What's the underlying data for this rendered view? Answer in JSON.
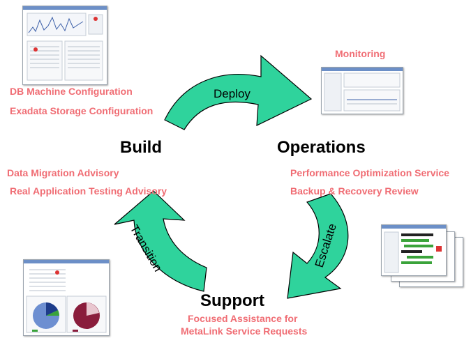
{
  "phases": {
    "build": "Build",
    "operations": "Operations",
    "support": "Support"
  },
  "arrows": {
    "deploy": "Deploy",
    "escalate": "Escalate",
    "transition": "Transition"
  },
  "build_services": {
    "top": [
      "DB Machine Configuration",
      "Exadata Storage Configuration"
    ],
    "bottom": [
      "Data Migration Advisory",
      "Real Application Testing Advisory"
    ]
  },
  "operations_services": {
    "monitoring": "Monitoring",
    "items": [
      "Performance Optimization Service",
      "Backup & Recovery Review"
    ]
  },
  "support_services": {
    "line1": "Focused Assistance for",
    "line2": "MetaLink Service Requests"
  },
  "colors": {
    "arrow_fill": "#2fd39c",
    "arrow_stroke": "#000000",
    "service_text": "#f06d74",
    "phase_text": "#000000",
    "pie_blue": "#6d8fd1",
    "pie_maroon": "#8a1d3c"
  }
}
